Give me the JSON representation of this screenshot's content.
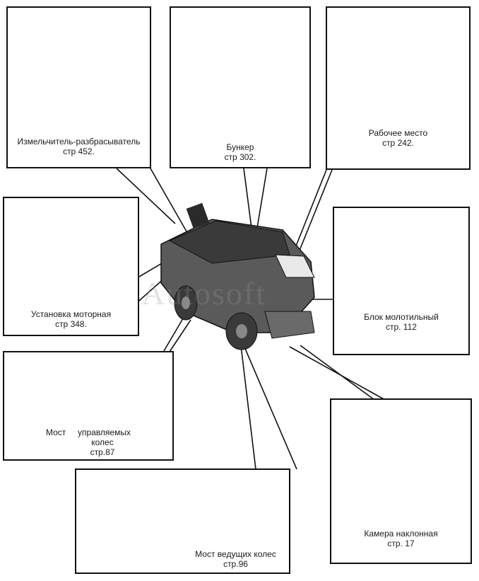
{
  "watermark": "Autosoft",
  "panels": {
    "shredder": {
      "line1": "Измельчитель-разбрасыватель",
      "line2": "стр 452."
    },
    "bunker": {
      "line1": "Бункер",
      "line2": "стр 302."
    },
    "workplace": {
      "line1": "Рабочее место",
      "line2": "стр 242."
    },
    "engine": {
      "line1": "Установка моторная",
      "line2": "стр 348."
    },
    "thresher": {
      "line1": "Блок молотильный",
      "line2": "стр. 112"
    },
    "steer_axle": {
      "line1a": "Мост",
      "line1b": "управляемых",
      "line2": "колес",
      "line3": "стр.87"
    },
    "feeder": {
      "line1": "Камера наклонная",
      "line2": "стр. 17"
    },
    "drive_axle": {
      "line1": "Мост ведущих колес",
      "line2": "стр.96"
    }
  },
  "colors": {
    "border": "#111111",
    "machine": "#2e2e2e",
    "machine_light": "#8a8a8a"
  }
}
